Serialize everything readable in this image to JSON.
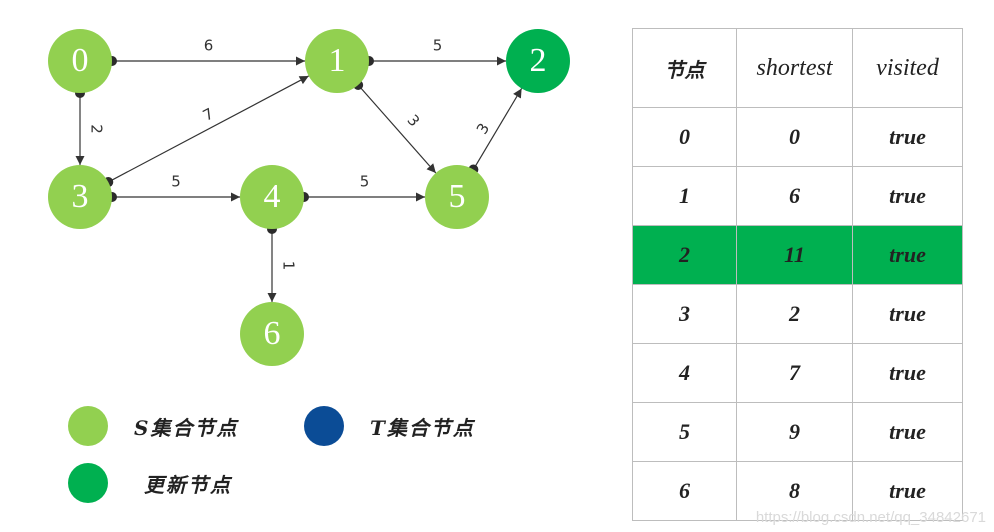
{
  "colors": {
    "s_node": "#92d050",
    "t_node": "#0b4c96",
    "updated_node": "#00b050",
    "edge": "#333333"
  },
  "graph": {
    "nodes": [
      {
        "id": "0",
        "label": "0",
        "type": "s"
      },
      {
        "id": "1",
        "label": "1",
        "type": "s"
      },
      {
        "id": "2",
        "label": "2",
        "type": "updated"
      },
      {
        "id": "3",
        "label": "3",
        "type": "s"
      },
      {
        "id": "4",
        "label": "4",
        "type": "s"
      },
      {
        "id": "5",
        "label": "5",
        "type": "s"
      },
      {
        "id": "6",
        "label": "6",
        "type": "s"
      }
    ],
    "edges": [
      {
        "from": "0",
        "to": "1",
        "weight": "6"
      },
      {
        "from": "0",
        "to": "3",
        "weight": "2"
      },
      {
        "from": "1",
        "to": "2",
        "weight": "5"
      },
      {
        "from": "1",
        "to": "5",
        "weight": "3"
      },
      {
        "from": "3",
        "to": "1",
        "weight": "7"
      },
      {
        "from": "3",
        "to": "4",
        "weight": "5"
      },
      {
        "from": "4",
        "to": "5",
        "weight": "5"
      },
      {
        "from": "4",
        "to": "6",
        "weight": "1"
      },
      {
        "from": "5",
        "to": "2",
        "weight": "3"
      }
    ]
  },
  "legend": {
    "s_label": "S集合节点",
    "t_label": "T集合节点",
    "updated_label": "更新节点"
  },
  "table": {
    "headers": [
      "节点",
      "shortest",
      "visited"
    ],
    "rows": [
      {
        "node": "0",
        "shortest": "0",
        "visited": "true",
        "highlight": false
      },
      {
        "node": "1",
        "shortest": "6",
        "visited": "true",
        "highlight": false
      },
      {
        "node": "2",
        "shortest": "11",
        "visited": "true",
        "highlight": true
      },
      {
        "node": "3",
        "shortest": "2",
        "visited": "true",
        "highlight": false
      },
      {
        "node": "4",
        "shortest": "7",
        "visited": "true",
        "highlight": false
      },
      {
        "node": "5",
        "shortest": "9",
        "visited": "true",
        "highlight": false
      },
      {
        "node": "6",
        "shortest": "8",
        "visited": "true",
        "highlight": false
      }
    ]
  },
  "watermark": "https://blog.csdn.net/qq_34842671"
}
